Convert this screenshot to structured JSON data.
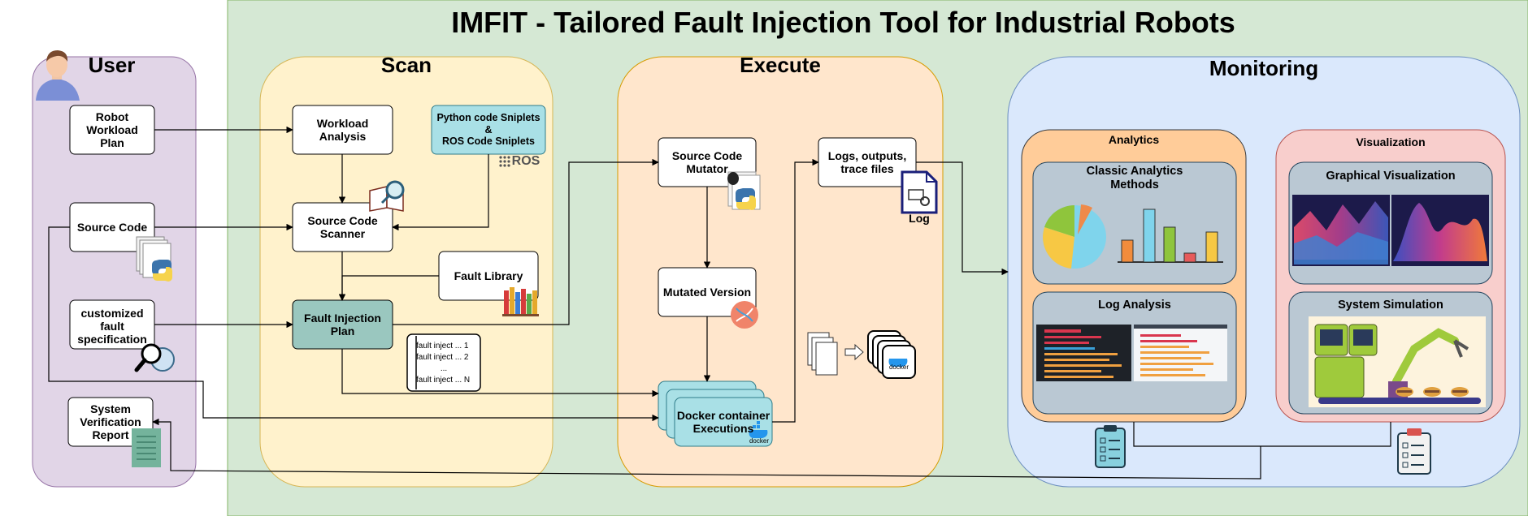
{
  "title": "IMFIT - Tailored Fault Injection Tool for Industrial Robots",
  "lanes": {
    "user": "User",
    "scan": "Scan",
    "execute": "Execute",
    "monitoring": "Monitoring"
  },
  "user": {
    "robot_workload_plan": "Robot\nWorkload\nPlan",
    "source_code": "Source Code",
    "customized_fault_spec": "customized\nfault\nspecification",
    "system_verification_report": "System\nVerification\nReport"
  },
  "scan": {
    "workload_analysis": "Workload\nAnalysis",
    "python_snippets": "Python code Sniplets\n&\nROS Code Sniplets",
    "ros_logo": "ROS",
    "source_code_scanner": "Source Code\nScanner",
    "fault_library": "Fault Library",
    "fault_injection_plan": "Fault Injection\nPlan",
    "fault_list": [
      "fault inject ... 1",
      "fault inject ... 2",
      "...",
      "fault inject ... N"
    ]
  },
  "execute": {
    "source_code_mutator": "Source Code\nMutator",
    "mutated_version": "Mutated Version",
    "docker_container": "Docker container\nExecutions",
    "logs_outputs": "Logs, outputs,\ntrace files",
    "log_label": "Log",
    "docker_logo": "docker"
  },
  "monitoring": {
    "analytics": "Analytics",
    "classic_analytics": "Classic Analytics\nMethods",
    "log_analysis": "Log Analysis",
    "visualization": "Visualization",
    "graphical_visualization": "Graphical Visualization",
    "system_simulation": "System Simulation"
  },
  "colors": {
    "main_bg": "#d5e8d4",
    "user_lane": "#e1d5e7",
    "scan_lane": "#fff2cc",
    "execute_lane": "#ffe6cc",
    "monitoring_lane": "#dae8fc",
    "analytics_panel": "#ffcc99",
    "visualization_panel": "#f8cecc",
    "inner_panel": "#bac8d3",
    "teal_box": "#9ac7bf",
    "cyan_box": "#a9e0e6"
  }
}
